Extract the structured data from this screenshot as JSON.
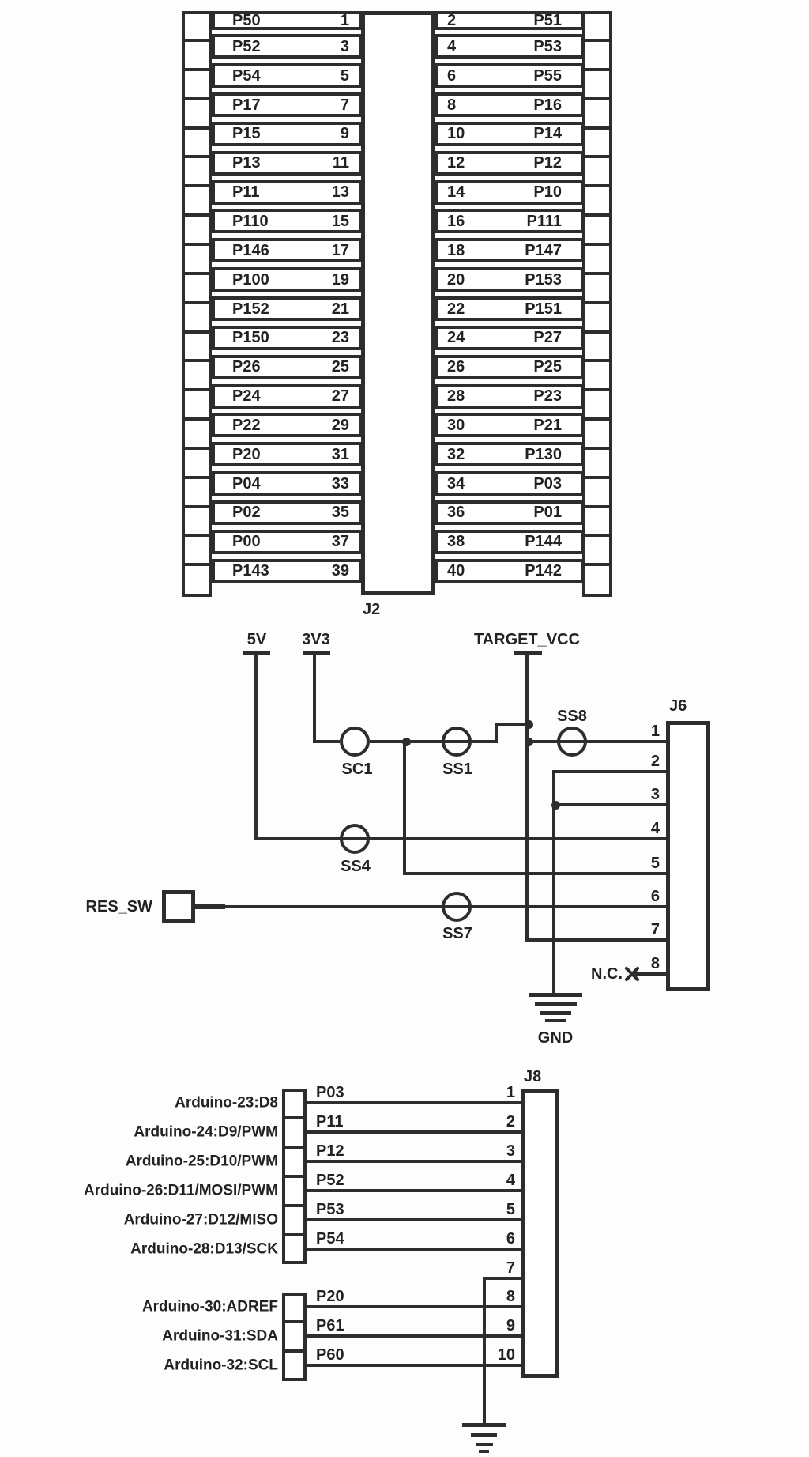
{
  "colors": {
    "line": "#2d2d2d",
    "text": "#222222",
    "background": "#fdfdfd"
  },
  "j2": {
    "label": "J2",
    "left_rows": [
      {
        "net": "P50",
        "pin": "1"
      },
      {
        "net": "P52",
        "pin": "3"
      },
      {
        "net": "P54",
        "pin": "5"
      },
      {
        "net": "P17",
        "pin": "7"
      },
      {
        "net": "P15",
        "pin": "9"
      },
      {
        "net": "P13",
        "pin": "11"
      },
      {
        "net": "P11",
        "pin": "13"
      },
      {
        "net": "P110",
        "pin": "15"
      },
      {
        "net": "P146",
        "pin": "17"
      },
      {
        "net": "P100",
        "pin": "19"
      },
      {
        "net": "P152",
        "pin": "21"
      },
      {
        "net": "P150",
        "pin": "23"
      },
      {
        "net": "P26",
        "pin": "25"
      },
      {
        "net": "P24",
        "pin": "27"
      },
      {
        "net": "P22",
        "pin": "29"
      },
      {
        "net": "P20",
        "pin": "31"
      },
      {
        "net": "P04",
        "pin": "33"
      },
      {
        "net": "P02",
        "pin": "35"
      },
      {
        "net": "P00",
        "pin": "37"
      },
      {
        "net": "P143",
        "pin": "39"
      }
    ],
    "right_rows": [
      {
        "pin": "2",
        "net": "P51"
      },
      {
        "pin": "4",
        "net": "P53"
      },
      {
        "pin": "6",
        "net": "P55"
      },
      {
        "pin": "8",
        "net": "P16"
      },
      {
        "pin": "10",
        "net": "P14"
      },
      {
        "pin": "12",
        "net": "P12"
      },
      {
        "pin": "14",
        "net": "P10"
      },
      {
        "pin": "16",
        "net": "P111"
      },
      {
        "pin": "18",
        "net": "P147"
      },
      {
        "pin": "20",
        "net": "P153"
      },
      {
        "pin": "22",
        "net": "P151"
      },
      {
        "pin": "24",
        "net": "P27"
      },
      {
        "pin": "26",
        "net": "P25"
      },
      {
        "pin": "28",
        "net": "P23"
      },
      {
        "pin": "30",
        "net": "P21"
      },
      {
        "pin": "32",
        "net": "P130"
      },
      {
        "pin": "34",
        "net": "P03"
      },
      {
        "pin": "36",
        "net": "P01"
      },
      {
        "pin": "38",
        "net": "P144"
      },
      {
        "pin": "40",
        "net": "P142"
      }
    ]
  },
  "power": {
    "rail_5v": "5V",
    "rail_3v3": "3V3",
    "rail_target": "TARGET_VCC",
    "gnd_label": "GND"
  },
  "jumpers": {
    "sc1": "SC1",
    "ss1": "SS1",
    "ss4": "SS4",
    "ss7": "SS7",
    "ss8": "SS8"
  },
  "reset_switch": {
    "label": "RES_SW"
  },
  "j6": {
    "label": "J6",
    "pin_numbers": [
      "1",
      "2",
      "3",
      "4",
      "5",
      "6",
      "7",
      "8"
    ],
    "nc_label": "N.C."
  },
  "j8": {
    "label": "J8",
    "top_rows": [
      {
        "arduino": "Arduino-23:D8",
        "net": "P03",
        "pin": "1"
      },
      {
        "arduino": "Arduino-24:D9/PWM",
        "net": "P11",
        "pin": "2"
      },
      {
        "arduino": "Arduino-25:D10/PWM",
        "net": "P12",
        "pin": "3"
      },
      {
        "arduino": "Arduino-26:D11/MOSI/PWM",
        "net": "P52",
        "pin": "4"
      },
      {
        "arduino": "Arduino-27:D12/MISO",
        "net": "P53",
        "pin": "5"
      },
      {
        "arduino": "Arduino-28:D13/SCK",
        "net": "P54",
        "pin": "6"
      }
    ],
    "pin7": "7",
    "bottom_rows": [
      {
        "arduino": "Arduino-30:ADREF",
        "net": "P20",
        "pin": "8"
      },
      {
        "arduino": "Arduino-31:SDA",
        "net": "P61",
        "pin": "9"
      },
      {
        "arduino": "Arduino-32:SCL",
        "net": "P60",
        "pin": "10"
      }
    ]
  }
}
